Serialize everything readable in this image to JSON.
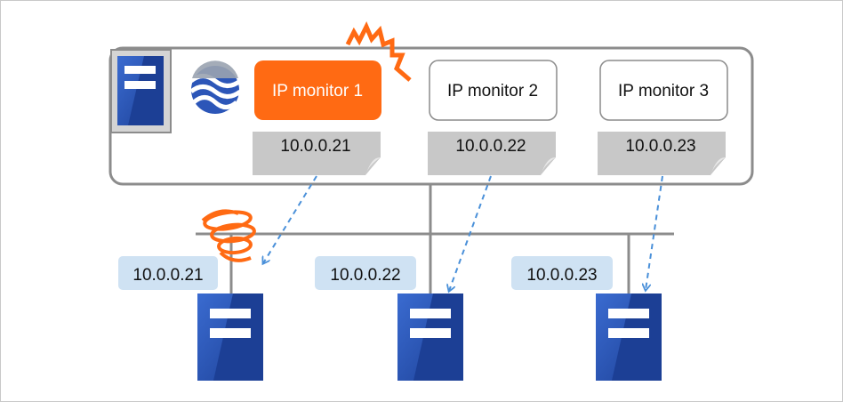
{
  "colors": {
    "server_dark": "#1c3f95",
    "server_light": "#3a6bd0",
    "monitor_active": "#ff6a13",
    "note_gray": "#c8c8c8",
    "ip_label_bg": "#cfe2f3",
    "arrow_blue": "#4a90d9",
    "line_gray": "#8c8c8c",
    "error_orange": "#ff6a13"
  },
  "cluster_node": {
    "icons": [
      "server-icon",
      "cluster-logo-icon"
    ],
    "monitors": [
      {
        "label": "IP monitor 1",
        "target": "10.0.0.21",
        "state": "error"
      },
      {
        "label": "IP monitor 2",
        "target": "10.0.0.22",
        "state": "normal"
      },
      {
        "label": "IP monitor 3",
        "target": "10.0.0.23",
        "state": "normal"
      }
    ]
  },
  "targets": [
    {
      "ip": "10.0.0.21",
      "state": "unreachable"
    },
    {
      "ip": "10.0.0.22",
      "state": "reachable"
    },
    {
      "ip": "10.0.0.23",
      "state": "reachable"
    }
  ]
}
